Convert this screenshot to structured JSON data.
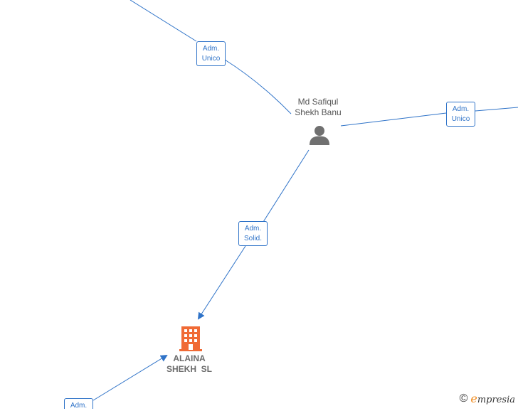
{
  "nodes": {
    "person": {
      "name_line1": "Md Safiqul",
      "name_line2": "Shekh Banu",
      "icon": "person-icon",
      "color": "#707070"
    },
    "company": {
      "name_line1": "ALAINA",
      "name_line2": "SHEKH  SL",
      "icon": "building-icon",
      "color": "#f06a35"
    }
  },
  "edges": {
    "top_left": {
      "line1": "Adm.",
      "line2": "Unico"
    },
    "right": {
      "line1": "Adm.",
      "line2": "Unico"
    },
    "to_company": {
      "line1": "Adm.",
      "line2": "Solid."
    },
    "bottom_left": {
      "line1": "Adm."
    }
  },
  "footer": {
    "copyright_symbol": "©",
    "brand_initial": "e",
    "brand_rest": "mpresia"
  },
  "colors": {
    "edge": "#2f73c8",
    "person": "#707070",
    "company": "#f06a35"
  }
}
